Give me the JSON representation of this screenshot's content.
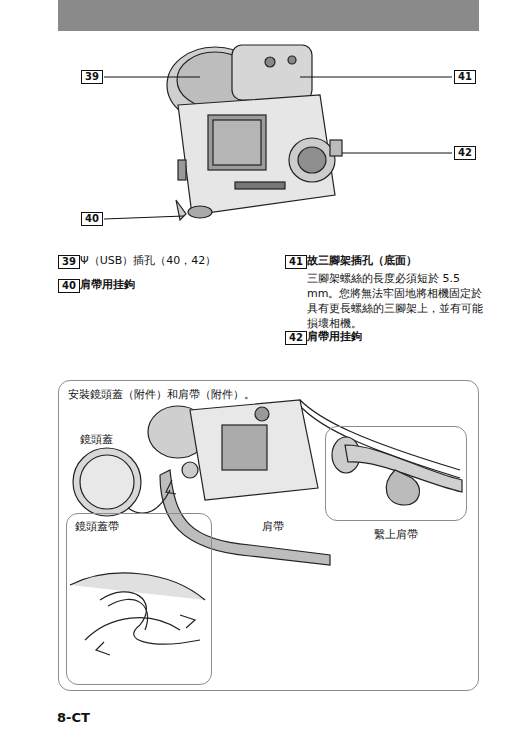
{
  "diagram": {
    "nodes": [
      {
        "text": [
          "安裝鏡頭蓋（附件）和肩帶（附件）。"
        ]
      },
      {
        "text": [
          "繫上肩帶"
        ],
        "in": 0
      },
      {
        "text": [
          "鏡頭蓋帶"
        ],
        "in": 0
      }
    ],
    "labels": [
      "39",
      "41",
      "42",
      "40",
      "39",
      "Ψ（USB）插孔（40，42）",
      "40",
      "肩帶用挂鉤",
      "41",
      "故三腳架插孔（底面）",
      "三腳架螺絲的長度必須短於 5.5 mm。您將無法牢固地將相機固定於具有更長螺絲的三腳架上，並有可能損壞相機。",
      "42",
      "肩帶用挂鉤",
      "鏡頭蓋",
      "肩帶",
      "8-CT"
    ]
  }
}
